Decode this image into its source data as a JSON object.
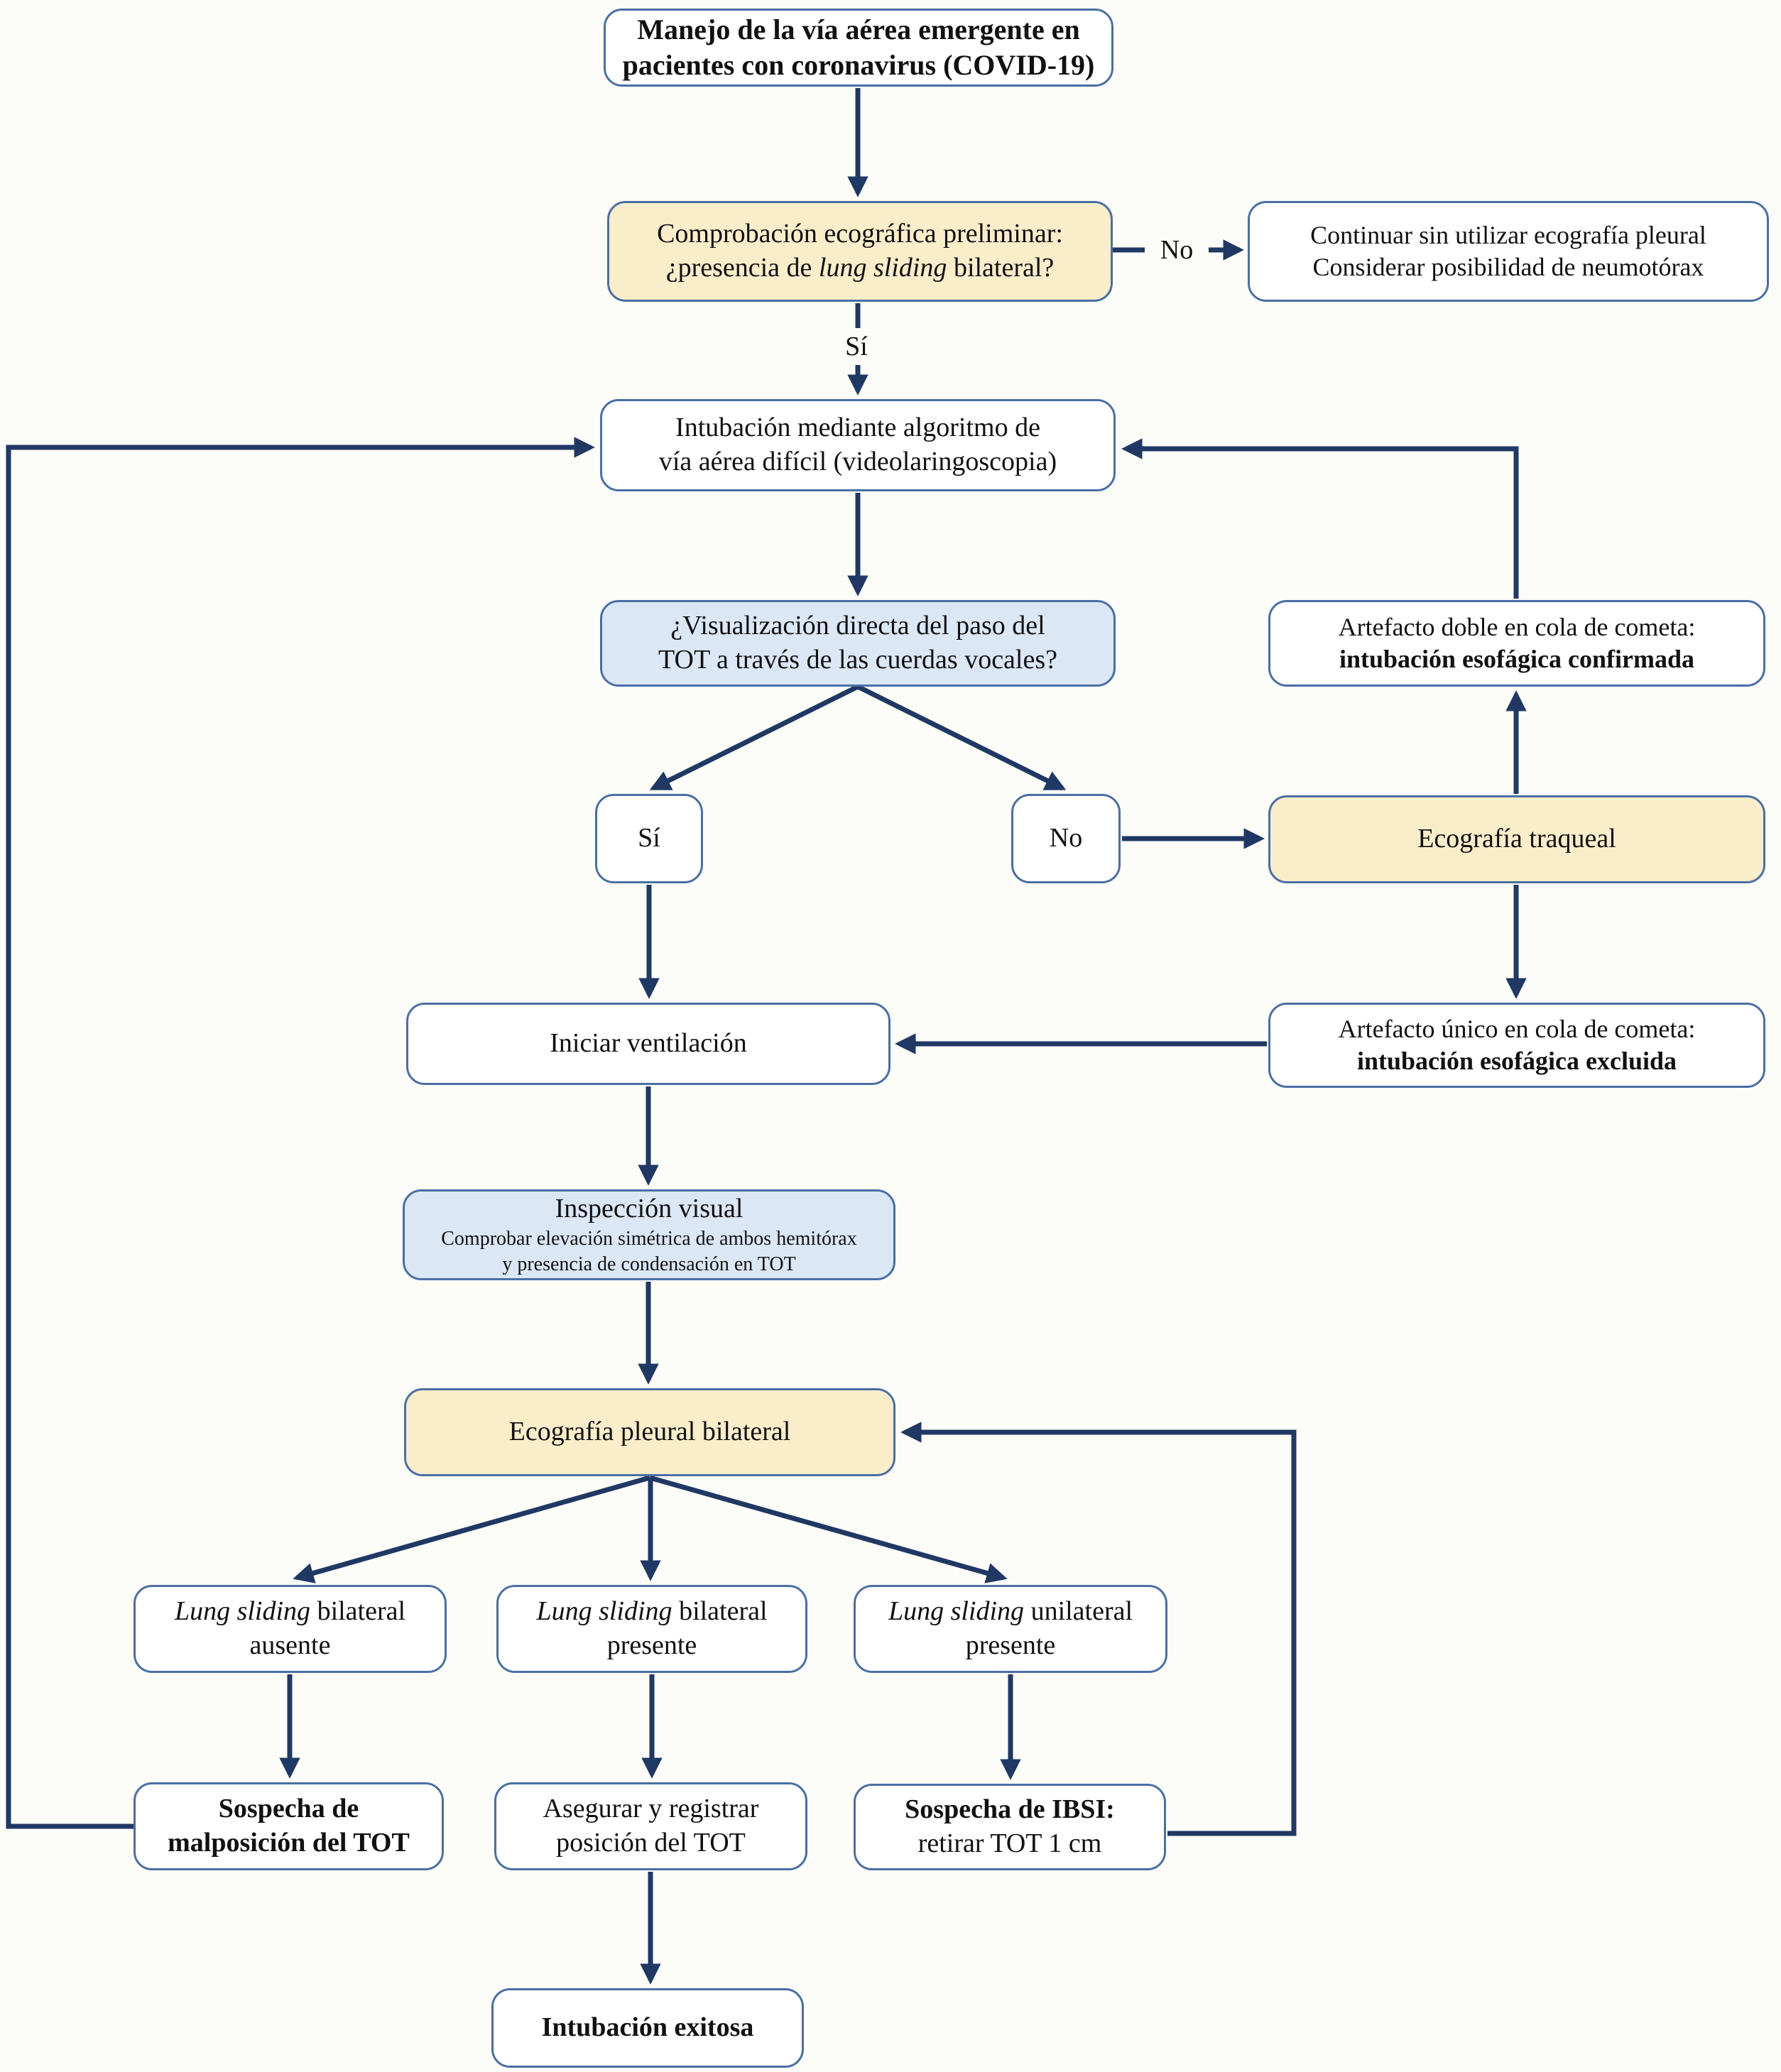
{
  "diagram_title": "Manejo de la vía aérea emergente en pacientes con coronavirus (COVID-19)",
  "nodes": {
    "title": {
      "line1": "Manejo de la vía aérea emergente en",
      "line2": "pacientes con coronavirus (COVID-19)"
    },
    "preliminar": {
      "line1": "Comprobación ecográfica preliminar:",
      "line2_pre": "¿presencia de ",
      "line2_italic": "lung sliding",
      "line2_post": " bilateral?"
    },
    "continuar": {
      "line1": "Continuar sin utilizar ecografía pleural",
      "line2": "Considerar posibilidad de neumotórax"
    },
    "intubacion": {
      "line1": "Intubación mediante algoritmo de",
      "line2": "vía aérea difícil (videolaringoscopia)"
    },
    "visualizacion": {
      "line1": "¿Visualización directa del paso del",
      "line2": "TOT a través de las cuerdas vocales?"
    },
    "si_node": "Sí",
    "no_node": "No",
    "traqueal": "Ecografía traqueal",
    "doble": {
      "line1": "Artefacto doble en cola de cometa:",
      "line2_bold": "intubación esofágica confirmada"
    },
    "unico": {
      "line1": "Artefacto único en cola de cometa:",
      "line2_bold": "intubación esofágica excluida"
    },
    "iniciar": "Iniciar ventilación",
    "inspeccion": {
      "title": "Inspección visual",
      "sub1": "Comprobar elevación simétrica de ambos hemitórax",
      "sub2": "y presencia de condensación en TOT"
    },
    "pleural": "Ecografía pleural bilateral",
    "branch_absent": {
      "italic": "Lung sliding",
      "rest": " bilateral",
      "line2": "ausente"
    },
    "branch_present": {
      "italic": "Lung sliding",
      "rest": " bilateral",
      "line2": "presente"
    },
    "branch_unilateral": {
      "italic": "Lung sliding",
      "rest": " unilateral",
      "line2": "presente"
    },
    "malposicion": {
      "line1": "Sospecha de",
      "line2": "malposición del TOT"
    },
    "asegurar": {
      "line1": "Asegurar y registrar",
      "line2": "posición del TOT"
    },
    "ibsi": {
      "line1_bold": "Sospecha de IBSI:",
      "line2": "retirar TOT 1 cm"
    },
    "exitosa": "Intubación exitosa"
  },
  "edge_labels": {
    "no_preliminar": "No",
    "si_preliminar": "Sí"
  },
  "colors": {
    "background": "#fcfcf9",
    "box_border": "#4a6fa5",
    "arrow": "#1f3864",
    "yellow_fill": "#faedca",
    "blue_fill": "#dce7f5",
    "text": "#111111"
  }
}
